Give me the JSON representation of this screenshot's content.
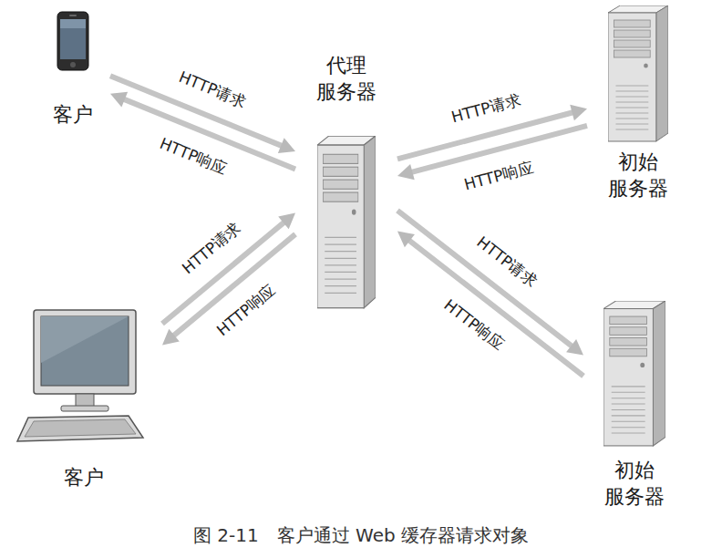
{
  "diagram": {
    "caption": "图 2-11　客户通过 Web 缓存器请求对象",
    "nodes": [
      {
        "text": [
          "客户"
        ]
      },
      {
        "text": [
          "代理 服务器"
        ]
      },
      {
        "text": [
          "初始 服务器"
        ]
      },
      {
        "text": [
          "客户"
        ]
      },
      {
        "text": [
          "初始 服务器"
        ]
      }
    ],
    "edges": [
      {
        "from": 0,
        "to": 1,
        "label": "HTTP请求",
        "arrow": "to"
      },
      {
        "from": 1,
        "to": 0,
        "label": "HTTP响应",
        "arrow": "to"
      },
      {
        "from": 1,
        "to": 2,
        "label": "HTTP请求",
        "arrow": "to"
      },
      {
        "from": 2,
        "to": 1,
        "label": "HTTP响应",
        "arrow": "to"
      },
      {
        "from": 3,
        "to": 1,
        "label": "HTTP请求",
        "arrow": "to"
      },
      {
        "from": 1,
        "to": 3,
        "label": "HTTP响应",
        "arrow": "to"
      },
      {
        "from": 1,
        "to": 4,
        "label": "HTTP请求",
        "arrow": "to"
      },
      {
        "from": 4,
        "to": 1,
        "label": "HTTP响应",
        "arrow": "to"
      }
    ]
  }
}
